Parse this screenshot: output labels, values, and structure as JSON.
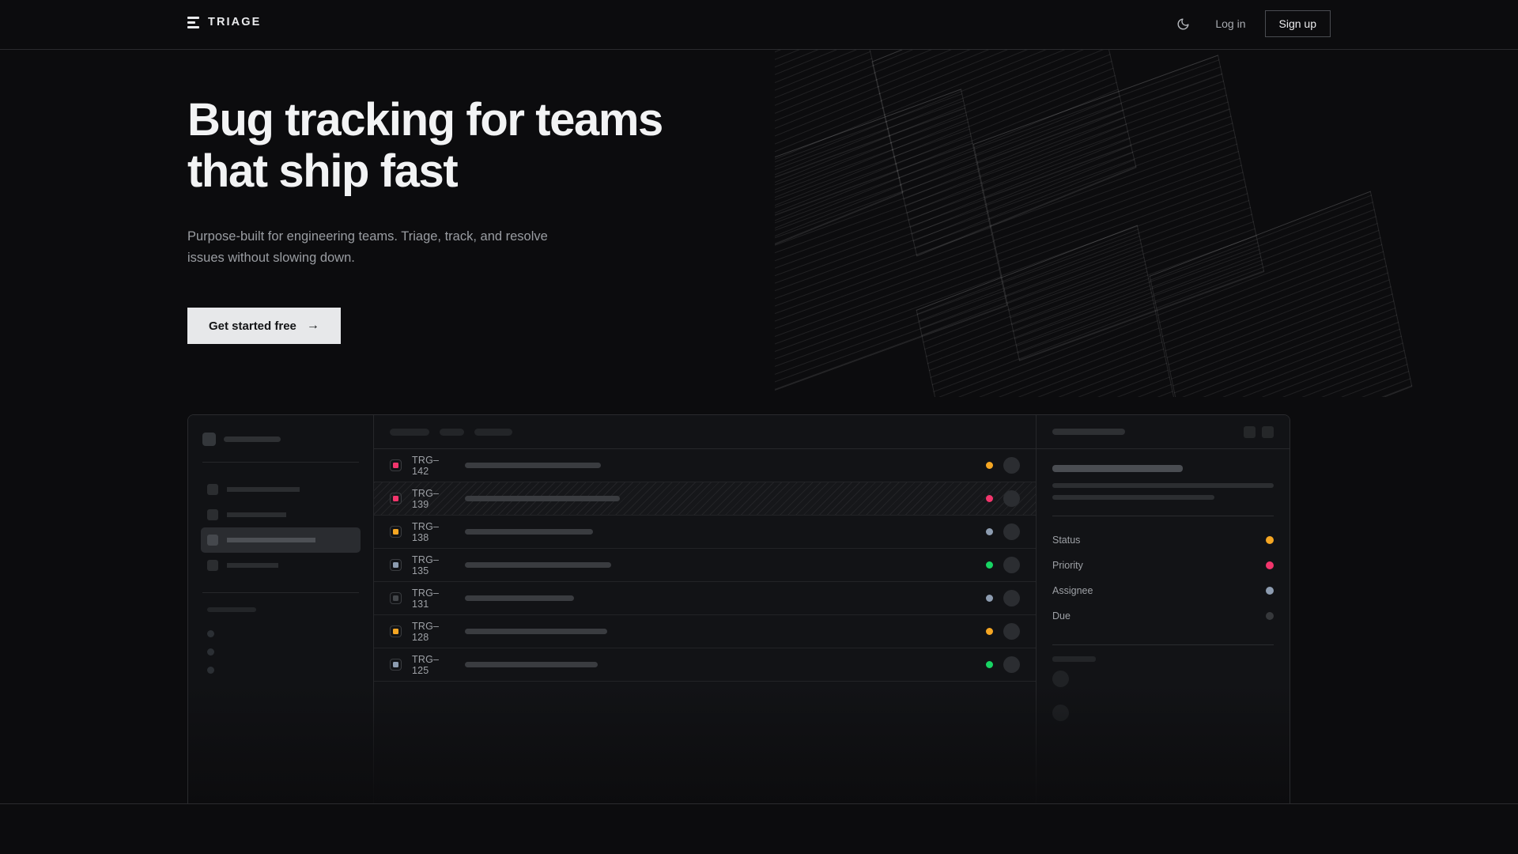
{
  "nav": {
    "brand": "TRIAGE",
    "brand_icon": "stacked-bars-logo",
    "theme_toggle_icon": "moon-icon",
    "login_label": "Log in",
    "signup_label": "Sign up"
  },
  "hero": {
    "headline_line1": "Bug tracking for teams",
    "headline_line2": "that ship fast",
    "subhead": "Purpose-built for engineering teams. Triage, track, and resolve issues without slowing down.",
    "cta_label": "Get started free",
    "cta_arrow": "→"
  },
  "colors": {
    "background": "#0c0c0e",
    "panel": "#121316",
    "border": "#2a2b2e",
    "text_primary": "#f2f3f4",
    "text_muted": "#9a9da2",
    "cta_bg": "#e7e8ea",
    "amber": "#f5a623",
    "pink": "#f2356c",
    "green": "#17d463",
    "slate": "#8d9cb0",
    "gray": "#43464a"
  },
  "app_mock": {
    "sidebar": {
      "nav_items": [
        {
          "width": 92,
          "active": false
        },
        {
          "width": 75,
          "active": false
        },
        {
          "width": 112,
          "active": true
        },
        {
          "width": 65,
          "active": false
        }
      ],
      "mini_items": 3
    },
    "list": {
      "toolbar_pills": [
        50,
        31,
        48
      ],
      "rows": [
        {
          "id": "TRG–142",
          "priority_color": "#f2356c",
          "title_width": 172,
          "status_color": "#f5a623",
          "highlighted": false
        },
        {
          "id": "TRG–139",
          "priority_color": "#f2356c",
          "title_width": 196,
          "status_color": "#f2356c",
          "highlighted": true
        },
        {
          "id": "TRG–138",
          "priority_color": "#f5a623",
          "title_width": 162,
          "status_color": "#8d9cb0",
          "highlighted": false
        },
        {
          "id": "TRG–135",
          "priority_color": "#8d9cb0",
          "title_width": 185,
          "status_color": "#17d463",
          "highlighted": false
        },
        {
          "id": "TRG–131",
          "priority_color": "#43464a",
          "title_width": 138,
          "status_color": "#8d9cb0",
          "highlighted": false
        },
        {
          "id": "TRG–128",
          "priority_color": "#f5a623",
          "title_width": 180,
          "status_color": "#f5a623",
          "highlighted": false
        },
        {
          "id": "TRG–125",
          "priority_color": "#8d9cb0",
          "title_width": 168,
          "status_color": "#17d463",
          "highlighted": false
        }
      ]
    },
    "detail": {
      "header_actions": 2,
      "description_line_widths": [
        280,
        205
      ],
      "fields": [
        {
          "label": "Status",
          "value_color": "#f5a623"
        },
        {
          "label": "Priority",
          "value_color": "#f2356c"
        },
        {
          "label": "Assignee",
          "value_color": "#8d9cb0"
        },
        {
          "label": "Due",
          "value_color": "#36383b"
        }
      ],
      "comments": 2
    }
  }
}
